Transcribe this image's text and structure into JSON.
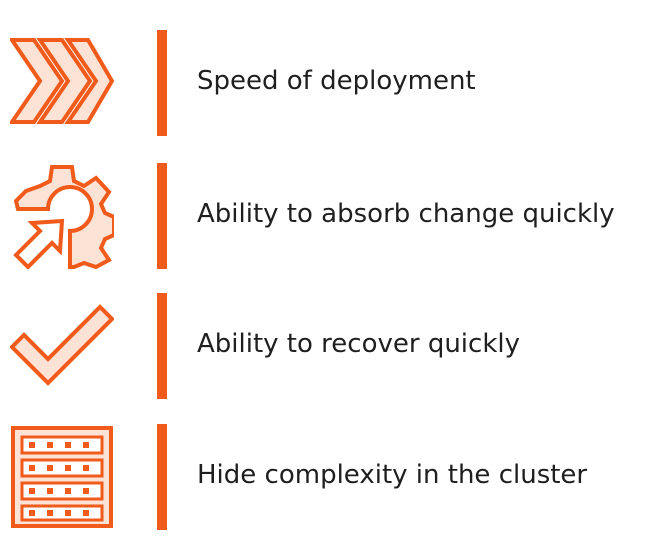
{
  "accent_color": "#f05a1a",
  "icon_fill_color": "#fde3d6",
  "text_color": "#1f1f1f",
  "items": [
    {
      "icon": "fast-forward-chevrons-icon",
      "label": "Speed of deployment"
    },
    {
      "icon": "gear-with-arrow-icon",
      "label": "Ability to absorb change quickly"
    },
    {
      "icon": "checkmark-icon",
      "label": "Ability to recover quickly"
    },
    {
      "icon": "server-rack-icon",
      "label": "Hide complexity in the cluster"
    }
  ]
}
